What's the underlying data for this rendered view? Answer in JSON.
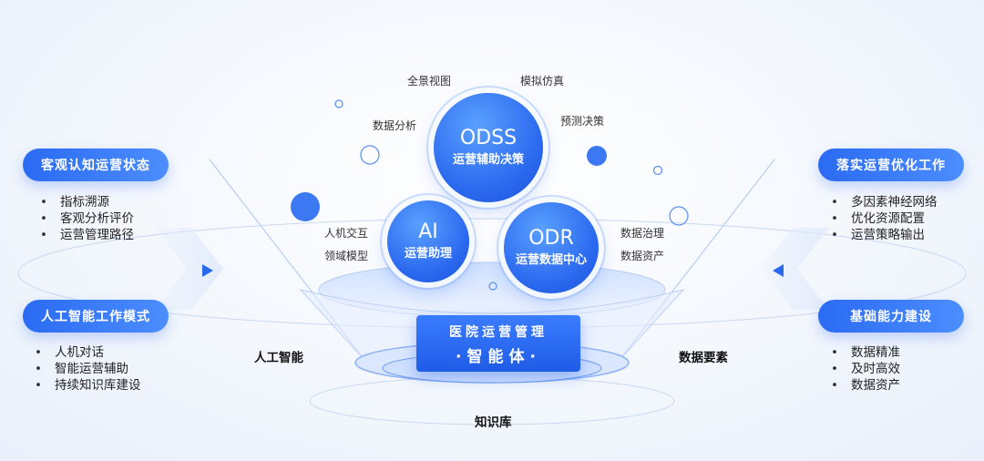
{
  "left": {
    "top": {
      "title": "客观认知运营状态",
      "items": [
        "指标溯源",
        "客观分析评价",
        "运营管理路径"
      ]
    },
    "bottom": {
      "title": "人工智能工作模式",
      "items": [
        "人机对话",
        "智能运营辅助",
        "持续知识库建设"
      ]
    }
  },
  "right": {
    "top": {
      "title": "落实运营优化工作",
      "items": [
        "多因素神经网络",
        "优化资源配置",
        "运营策略输出"
      ]
    },
    "bottom": {
      "title": "基础能力建设",
      "items": [
        "数据精准",
        "及时高效",
        "数据资产"
      ]
    }
  },
  "circles": {
    "odss": {
      "title": "ODSS",
      "subtitle": "运营辅助决策"
    },
    "ai": {
      "title": "AI",
      "subtitle": "运营助理"
    },
    "odr": {
      "title": "ODR",
      "subtitle": "运营数据中心"
    }
  },
  "labels": {
    "panorama": "全景视图",
    "simulation": "模拟仿真",
    "data_analysis": "数据分析",
    "forecast": "预测决策",
    "human_interaction": "人机交互",
    "domain_model": "领域模型",
    "data_governance": "数据治理",
    "data_assets": "数据资产",
    "ai": "人工智能",
    "data_elements": "数据要素",
    "knowledge_base": "知识库"
  },
  "center": {
    "line1": "医院运营管理",
    "line2": "·智能体·"
  },
  "colors": {
    "primary": "#2a68ef",
    "accent": "#4c8dff"
  }
}
